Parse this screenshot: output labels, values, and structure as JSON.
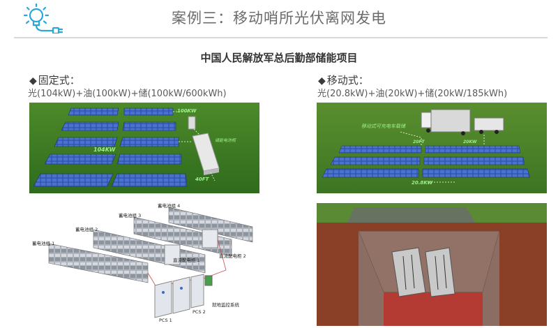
{
  "header": {
    "title": "案例三：移动哨所光伏离网发电",
    "icon": "solar-bulb-plug-icon",
    "accent_color": "#2aa7d8"
  },
  "subtitle": "中国人民解放军总后勤部储能项目",
  "left": {
    "heading": "固定式：",
    "spec": "光(104kW)+油(100kW)+储(100kW/600kWh)",
    "scene_labels": {
      "pv": "104KW",
      "genset": "100KW",
      "storage_text": "储能电池柜",
      "container": "40FT"
    },
    "diagram_labels": {
      "battery_1": "蓄电池组 1",
      "battery_2": "蓄电池组 2",
      "battery_3": "蓄电池组 3",
      "battery_4": "蓄电池组 4",
      "dc_cabinet_1": "直流配电柜 1",
      "dc_cabinet_2": "直流配电柜 2",
      "pcs_1": "PCS 1",
      "pcs_2": "PCS 2",
      "monitor": "就地监控系统"
    }
  },
  "right": {
    "heading": "移动式：",
    "spec": "光(20.8kW)+油(20kW)+储(20kW/185kWh)",
    "scene_labels": {
      "vehicle_text": "移动式可充电车载储",
      "container": "20FT",
      "genset": "20KW",
      "pv": "20.8KW"
    }
  }
}
